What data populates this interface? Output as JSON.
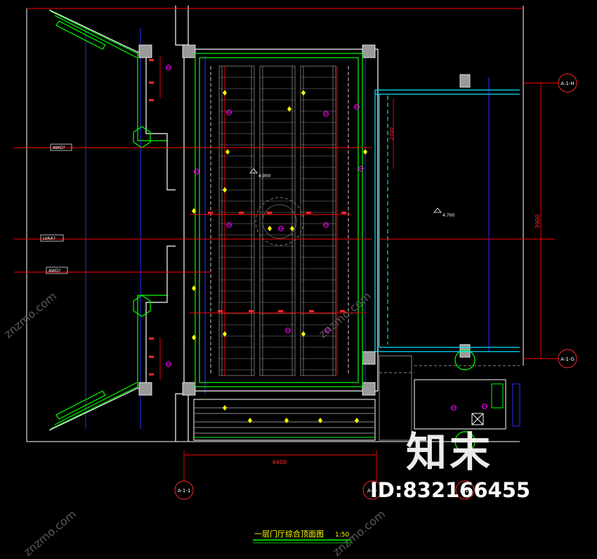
{
  "drawing": {
    "title": "一层门厅综合顶面图",
    "scale": "1:50",
    "grid_tags": {
      "left_bottom": "A-1-1",
      "mid_bottom": "A-1-",
      "right_bottom": "A-1-",
      "right_top": "A-1-H",
      "right_lower": "A-1-G"
    },
    "dimensions": {
      "overall_bottom": "6400",
      "right_vertical": "3900",
      "right_room": "2700"
    },
    "levels": {
      "center": "4.900",
      "right": "4.700"
    },
    "callouts": {
      "c1": "AWD?",
      "c2": "LVAA?",
      "c3": "AWD?"
    },
    "colors": {
      "wall": "#ffffff",
      "ceiling": "#00ff00",
      "dimension": "#ff0000",
      "grid": "#2b2bff",
      "glass": "#00e5ff",
      "light": "#ffff00",
      "sprinkler": "#ff00ff"
    }
  },
  "watermark": {
    "brand": "知末",
    "id_label": "ID:832166455",
    "url": "znzmo.com"
  }
}
